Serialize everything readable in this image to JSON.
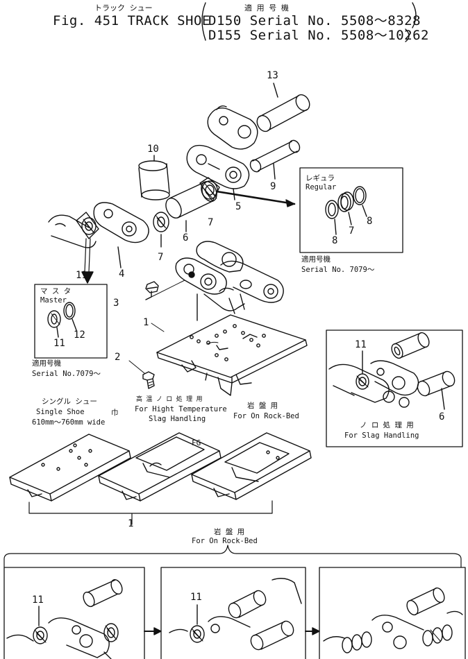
{
  "title": {
    "japanese": "トラック シュー",
    "main": "Fig. 451  TRACK SHOE",
    "applicable_jp": "適 用 号 機",
    "line1": "D150 Serial No. 5508～8328",
    "line2": "D155 Serial No. 5508～10262"
  },
  "callouts": [
    "13",
    "10",
    "9",
    "5",
    "7",
    "6",
    "7",
    "4",
    "11",
    "3",
    "1",
    "2",
    "1",
    "11",
    "6"
  ],
  "boxes": {
    "regular": {
      "jp": "レギュラ",
      "en": "Regular",
      "parts": [
        "8",
        "7",
        "8"
      ],
      "serial_jp": "適用号機",
      "serial": "Serial No. 7079～"
    },
    "master": {
      "jp": "マ ス タ",
      "en": "Master",
      "parts": [
        "11",
        "12"
      ],
      "serial_jp": "適用号機",
      "serial": "Serial No.7079～"
    },
    "slag": {
      "parts": [
        "11",
        "6"
      ],
      "jp": "ノ ロ 処 理 用",
      "en": "For Slag Handling"
    }
  },
  "labels": {
    "single_jp": "シングル シュー",
    "single_en": "Single  Shoe",
    "width_jp": "巾",
    "width_en": "610mm～760mm wide",
    "hightemp_jp": "高 温 ノ ロ 処 理 用",
    "hightemp_en1": "For Hight Temperature",
    "hightemp_en2": "Slag Handling",
    "rockbed_jp": "岩  盤  用",
    "rockbed_en": "For On Rock-Bed",
    "rockbed2_jp": "岩  盤  用",
    "rockbed2_en": "For On Rock-Bed"
  },
  "bottom_panels": {
    "p1_part": "11",
    "p2_part": "11"
  }
}
